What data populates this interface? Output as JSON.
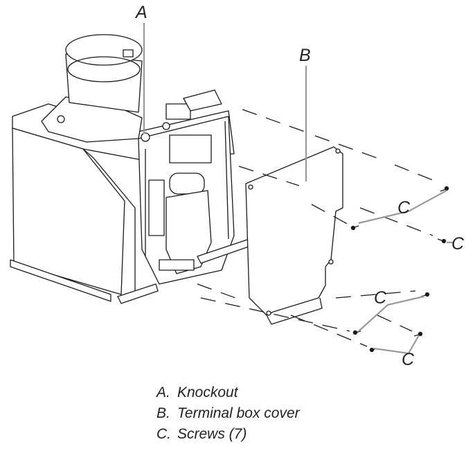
{
  "callouts": {
    "a": "A",
    "b": "B",
    "c": "C"
  },
  "legend": [
    {
      "key": "A.",
      "text": "Knockout"
    },
    {
      "key": "B.",
      "text": "Terminal box cover"
    },
    {
      "key": "C.",
      "text": "Screws (7)"
    }
  ],
  "colors": {
    "line": "#1a1a1a",
    "leader": "#9a9a9a",
    "fill": "#ffffff"
  }
}
